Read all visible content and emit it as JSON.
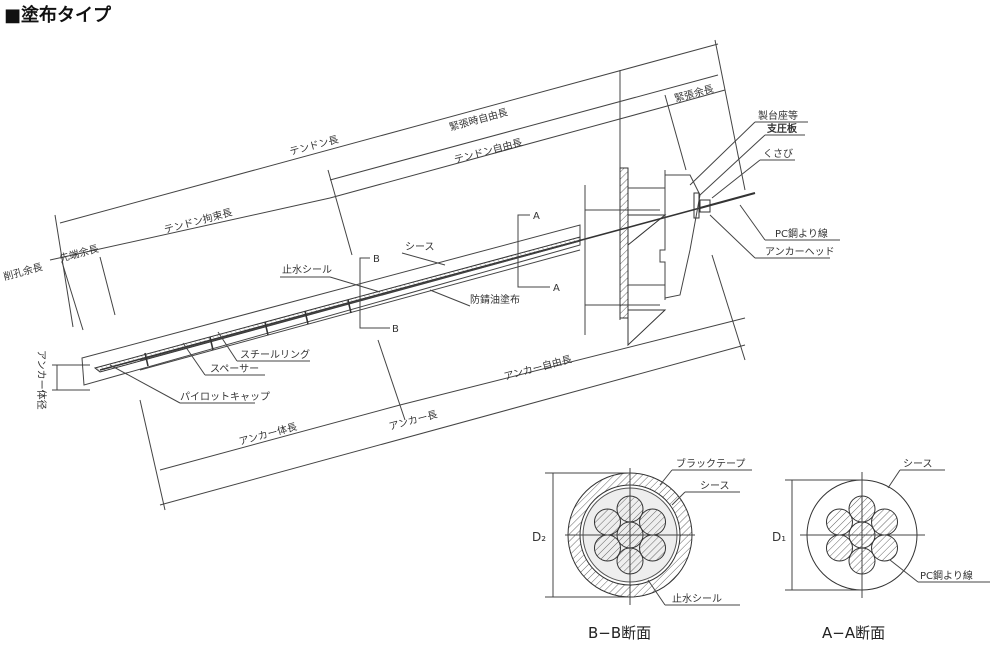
{
  "title": "■塗布タイプ",
  "dimensions": {
    "tendon_length": "テンドン長",
    "tension_free_length": "緊張時自由長",
    "tendon_free_length": "テンドン自由長",
    "tendon_bond_length": "テンドン拘束長",
    "drill_extra": "削孔余長",
    "tip_extra": "先端余長",
    "tension_extra": "緊張余長",
    "anchor_free_length": "アンカー自由長",
    "anchor_length": "アンカー長",
    "anchor_body_length": "アンカー体長",
    "anchor_diameter": "アンカー体径"
  },
  "parts": {
    "pedestal": "製台座等",
    "bearing_plate": "支圧板",
    "wedge": "くさび",
    "strand": "PC鋼より線",
    "anchor_head": "アンカーヘッド",
    "water_seal": "止水シール",
    "sheath": "シース",
    "rust_oil": "防錆油塗布",
    "steel_ring": "スチールリング",
    "spacer": "スペーサー",
    "pilot_cap": "パイロットキャップ",
    "section_b": "B",
    "section_a": "A"
  },
  "section_bb": {
    "title": "B−B断面",
    "black_tape": "ブラックテープ",
    "sheath": "シース",
    "water_seal": "止水シール",
    "diameter": "D₂"
  },
  "section_aa": {
    "title": "A−A断面",
    "sheath": "シース",
    "strand": "PC鋼より線",
    "diameter": "D₁"
  }
}
